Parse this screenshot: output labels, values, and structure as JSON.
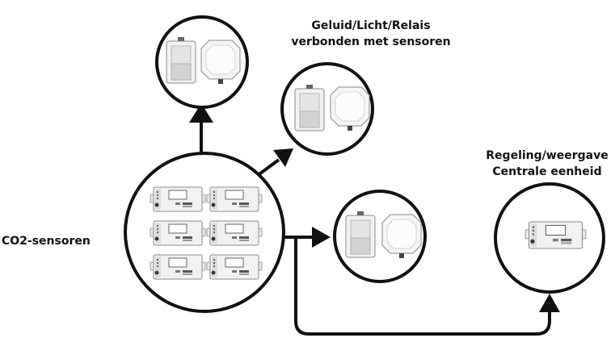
{
  "labels": {
    "co2_sensors": "CO2-sensoren",
    "outputs_line1": "Geluid/Licht/Relais",
    "outputs_line2": "verbonden met sensoren",
    "central_line1": "Regeling/weergave",
    "central_line2": "Centrale eenheid"
  },
  "nodes": {
    "co2_sensor_group": {
      "device": "co2-sensor-unit",
      "count": 6
    },
    "output_group_top": [
      "sounder-unit",
      "junction-box-unit"
    ],
    "output_group_middle": [
      "sounder-unit",
      "junction-box-unit"
    ],
    "output_group_right": [
      "sounder-unit",
      "junction-box-unit"
    ],
    "central_unit": {
      "device": "controller-display-unit"
    }
  },
  "colors": {
    "stroke": "#111111",
    "device_body": "#f2f2f2",
    "device_edge": "#8a8a8a"
  }
}
